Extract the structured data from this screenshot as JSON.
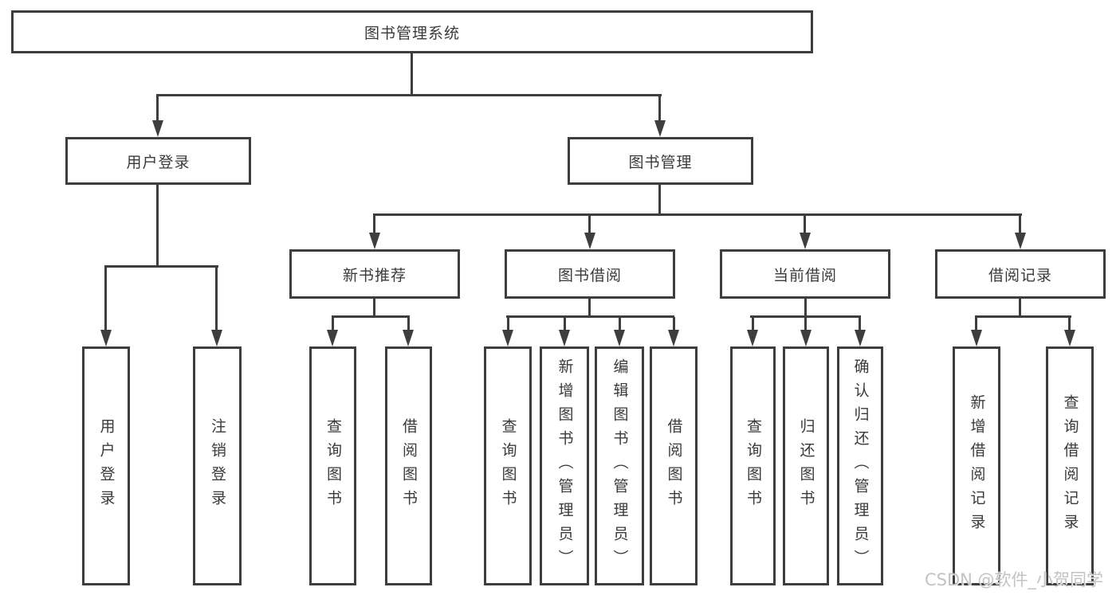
{
  "tree": {
    "root": {
      "label": "图书管理系统",
      "children": [
        {
          "label": "用户登录",
          "children": [
            {
              "label": "用户登录"
            },
            {
              "label": "注销登录"
            }
          ]
        },
        {
          "label": "图书管理",
          "children": [
            {
              "label": "新书推荐",
              "children": [
                {
                  "label": "查询图书"
                },
                {
                  "label": "借阅图书"
                }
              ]
            },
            {
              "label": "图书借阅",
              "children": [
                {
                  "label": "查询图书"
                },
                {
                  "label": "新增图书（管理员）"
                },
                {
                  "label": "编辑图书（管理员）"
                },
                {
                  "label": "借阅图书"
                }
              ]
            },
            {
              "label": "当前借阅",
              "children": [
                {
                  "label": "查询图书"
                },
                {
                  "label": "归还图书"
                },
                {
                  "label": "确认归还（管理员）"
                }
              ]
            },
            {
              "label": "借阅记录",
              "children": [
                {
                  "label": "新增借阅记录"
                },
                {
                  "label": "查询借阅记录"
                }
              ]
            }
          ]
        }
      ]
    }
  },
  "watermark": {
    "text": "CSDN @软件_小贺同学"
  },
  "colors": {
    "line": "#3e3e3e",
    "text": "#3a3a3a",
    "background": "#ffffff",
    "watermark": "#c3c3c3"
  }
}
